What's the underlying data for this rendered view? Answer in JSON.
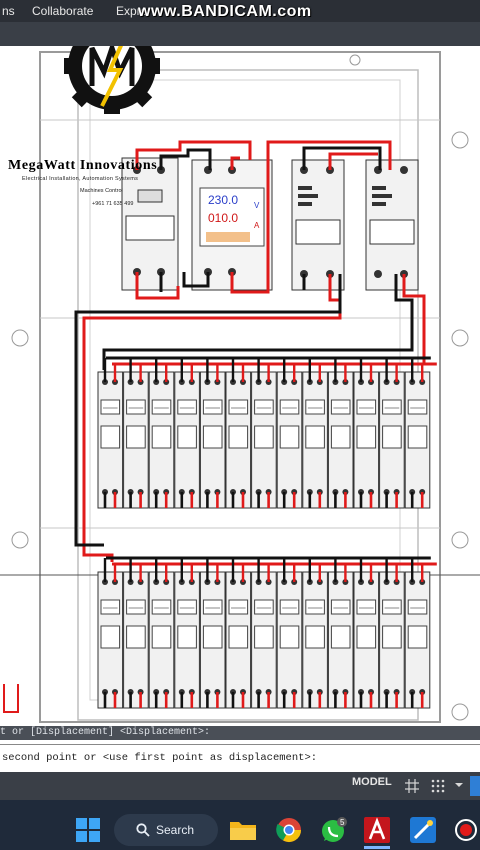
{
  "ribbon": {
    "items": [
      "ns",
      "Collaborate",
      "Expre"
    ]
  },
  "watermark": "www.BANDICAM.com",
  "logo": {
    "title": "MegaWatt Innovations",
    "subtitle": "Electrical Installation, Automation Systems",
    "subtitle2": "Machines Control",
    "phone": "+961 71 635 499"
  },
  "meter": {
    "voltage": "230.0",
    "voltage_unit": "V",
    "current": "010.0",
    "current_unit": "A"
  },
  "command": {
    "history": "t or [Displacement] <Displacement>:",
    "prompt": "second point or <use first point as displacement>:"
  },
  "status": {
    "model_tab": "MODEL"
  },
  "taskbar": {
    "search_label": "Search"
  },
  "colors": {
    "wire_red": "#e01a1a",
    "wire_black": "#111111",
    "accent_green": "#2bbd43",
    "acad_red": "#c4161c"
  }
}
